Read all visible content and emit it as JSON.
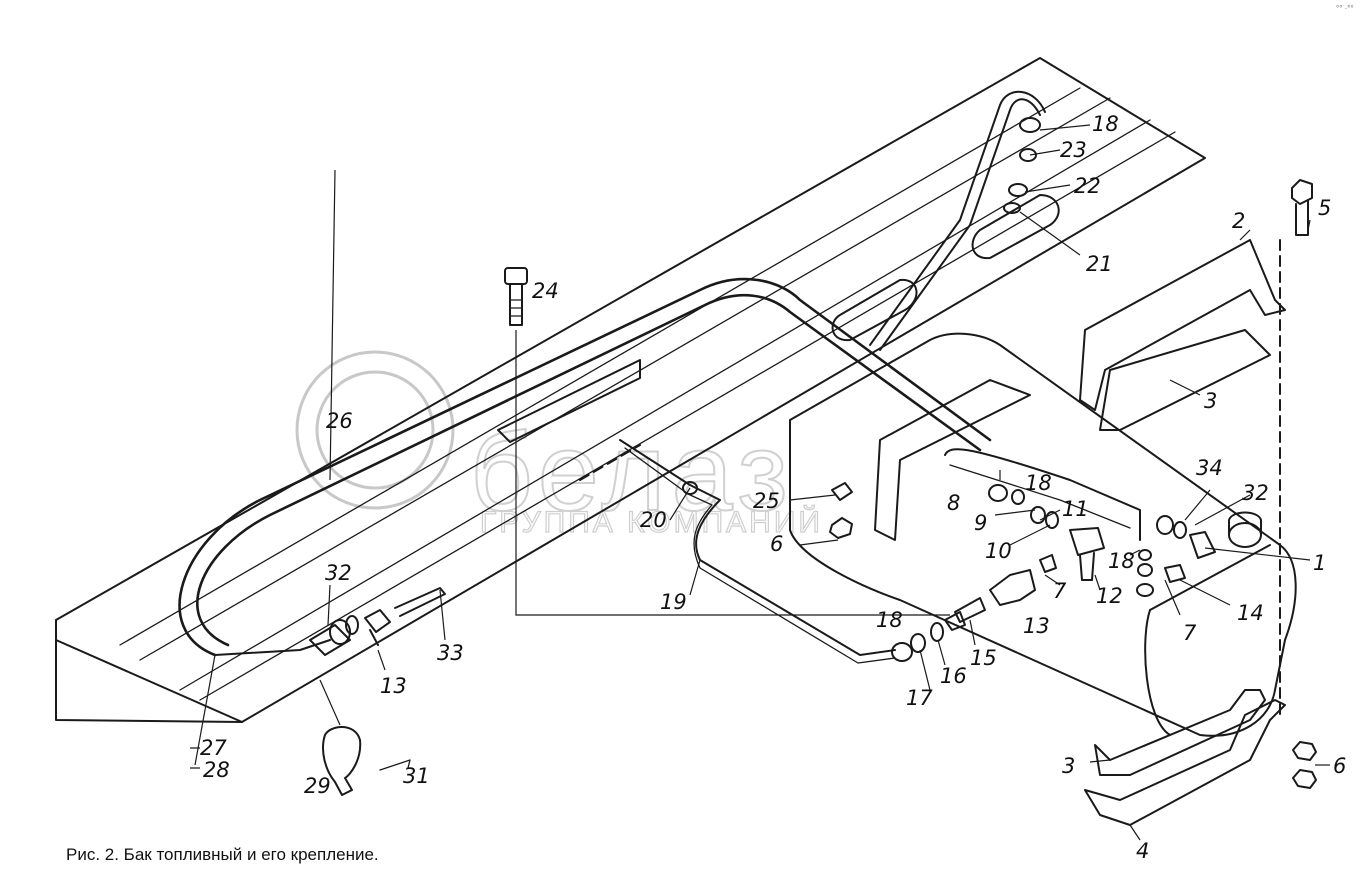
{
  "caption": "Рис. 2. Бак топливный и его крепление.",
  "watermark": {
    "name": "белаз",
    "subtitle": "ГРУППА КОМПАНИЙ"
  },
  "corner_mark": "°° ·°°",
  "callouts": {
    "c1": "1",
    "c2": "2",
    "c3a": "3",
    "c3b": "3",
    "c4": "4",
    "c5": "5",
    "c6a": "6",
    "c6b": "6",
    "c7a": "7",
    "c7b": "7",
    "c8": "8",
    "c9": "9",
    "c10": "10",
    "c11": "11",
    "c12": "12",
    "c13a": "13",
    "c13b": "13",
    "c14": "14",
    "c15": "15",
    "c16": "16",
    "c17": "17",
    "c18a": "18",
    "c18b": "18",
    "c18c": "18",
    "c18d": "18",
    "c19": "19",
    "c20": "20",
    "c21": "21",
    "c22": "22",
    "c23": "23",
    "c24": "24",
    "c25": "25",
    "c26": "26",
    "c27": "27",
    "c28": "28",
    "c29": "29",
    "c31": "31",
    "c32a": "32",
    "c32b": "32",
    "c33": "33",
    "c34": "34"
  }
}
